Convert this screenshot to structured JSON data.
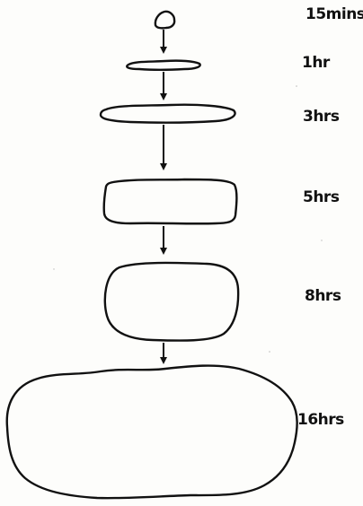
{
  "stages": [
    {
      "label": "15mins"
    },
    {
      "label": "1hr"
    },
    {
      "label": "3hrs"
    },
    {
      "label": "5hrs"
    },
    {
      "label": "8hrs"
    },
    {
      "label": "16hrs"
    }
  ]
}
